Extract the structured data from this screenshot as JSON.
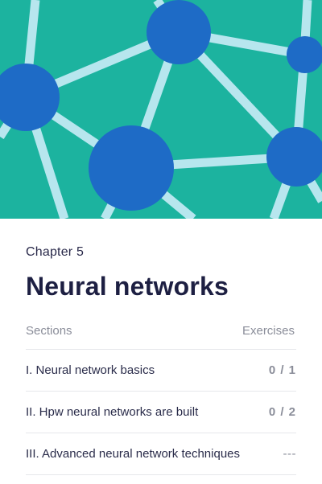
{
  "chapter": {
    "label": "Chapter 5",
    "title": "Neural networks"
  },
  "table": {
    "sections_header": "Sections",
    "exercises_header": "Exercises",
    "rows": [
      {
        "title": "I. Neural network basics",
        "exercises": "0 / 1"
      },
      {
        "title": "II. Hpw neural networks are built",
        "exercises": "0 / 2"
      },
      {
        "title": "III. Advanced neural network techniques",
        "exercises": "---"
      }
    ]
  },
  "colors": {
    "hero_background": "#1cb39f",
    "node": "#1e6bc6",
    "edge": "#b7e6ee",
    "title_text": "#1d1f42",
    "muted_text": "#8a8d99"
  },
  "icons": {
    "hero": "neural-network-illustration"
  }
}
